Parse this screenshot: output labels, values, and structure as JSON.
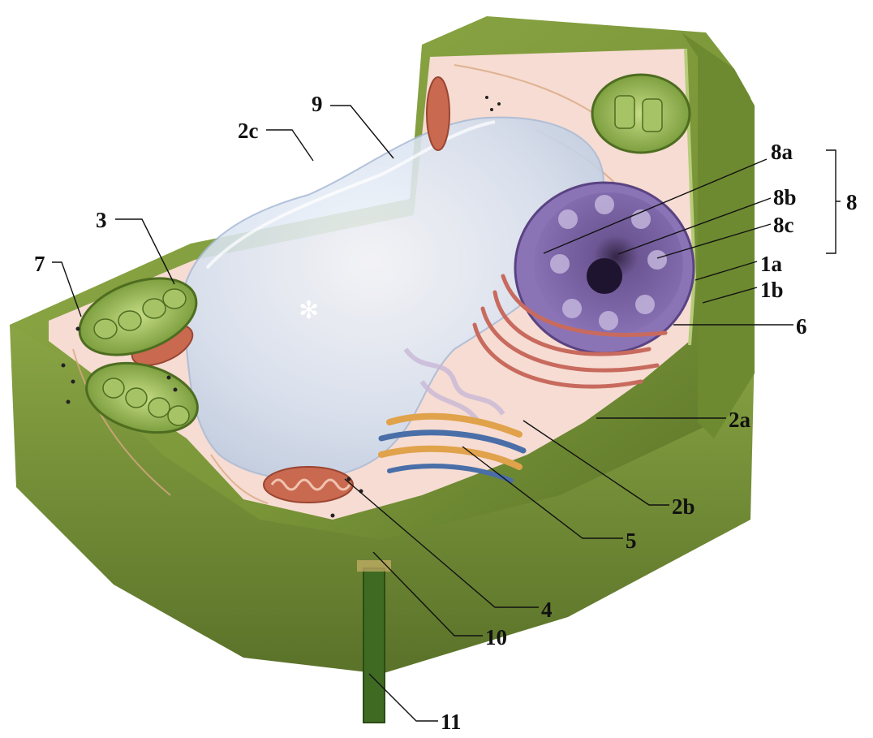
{
  "labels": {
    "l1a": "1a",
    "l1b": "1b",
    "l2a": "2a",
    "l2b": "2b",
    "l2c": "2c",
    "l3": "3",
    "l4": "4",
    "l5": "5",
    "l6": "6",
    "l7": "7",
    "l8": "8",
    "l8a": "8a",
    "l8b": "8b",
    "l8c": "8c",
    "l9": "9",
    "l10": "10",
    "l11": "11"
  },
  "colors": {
    "cell_wall": "#7f9a3a",
    "cell_wall_dark": "#55702a",
    "cytoplasm": "#f6dcd2",
    "vacuole": "#d9e4f3",
    "chloroplast": "#8db04a",
    "mitochondrion": "#c9694f",
    "nucleus": "#7d5fa8",
    "golgi": "#e0a24a",
    "er": "#c86a5e"
  }
}
